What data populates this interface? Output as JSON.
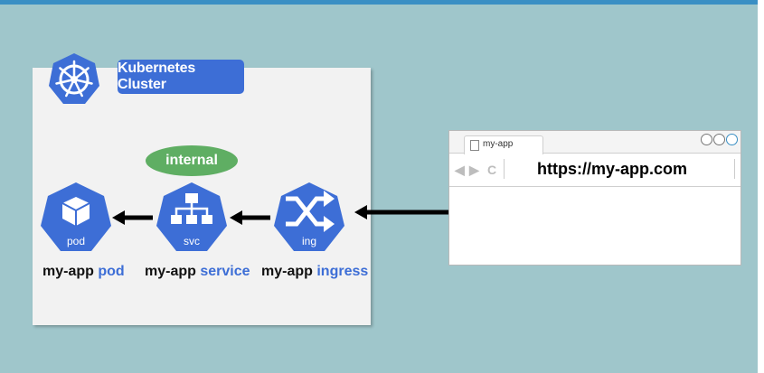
{
  "cluster": {
    "label": "Kubernetes Cluster"
  },
  "internal_label": "internal",
  "nodes": [
    {
      "icon": "cube-icon",
      "sub": "pod",
      "name": "my-app",
      "kind": "pod"
    },
    {
      "icon": "hierarchy-icon",
      "sub": "svc",
      "name": "my-app",
      "kind": "service"
    },
    {
      "icon": "shuffle-icon",
      "sub": "ing",
      "name": "my-app",
      "kind": "ingress"
    }
  ],
  "browser": {
    "tab_title": "my-app",
    "url": "https://my-app.com",
    "nav": {
      "back": "◀",
      "forward": "▶",
      "reload": "C"
    }
  },
  "colors": {
    "background": "#9fc6cb",
    "k8s_blue": "#3d6ed6",
    "internal_green": "#5fae63",
    "panel": "#f2f2f2"
  }
}
